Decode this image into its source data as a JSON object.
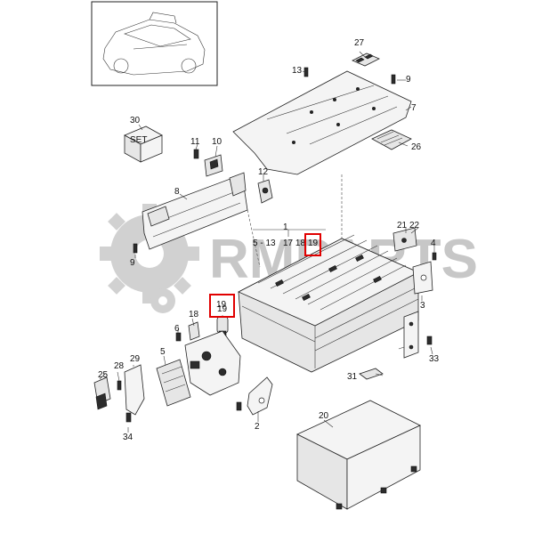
{
  "watermark": "RMPARTS",
  "callouts": {
    "c1": "1",
    "c2": "2",
    "c3": "3",
    "c4": "4",
    "c5": "5",
    "c6": "6",
    "c7": "7",
    "c8": "8",
    "c9a": "9",
    "c9b": "9",
    "c10": "10",
    "c11": "11",
    "c12": "12",
    "c13": "13",
    "c18": "18",
    "c19": "19",
    "c20": "20",
    "c21": "21",
    "c22": "22",
    "c25": "25",
    "c26": "26",
    "c27": "27",
    "c28": "28",
    "c29": "29",
    "c30": "30",
    "c31": "31",
    "c33": "33",
    "c34": "34",
    "group_a": "5 - 13",
    "group_b": "17 18",
    "group_c": "19"
  },
  "set_box_text": "SET",
  "colors": {
    "highlight": "#e10000",
    "watermark": "#9a9a9a"
  }
}
